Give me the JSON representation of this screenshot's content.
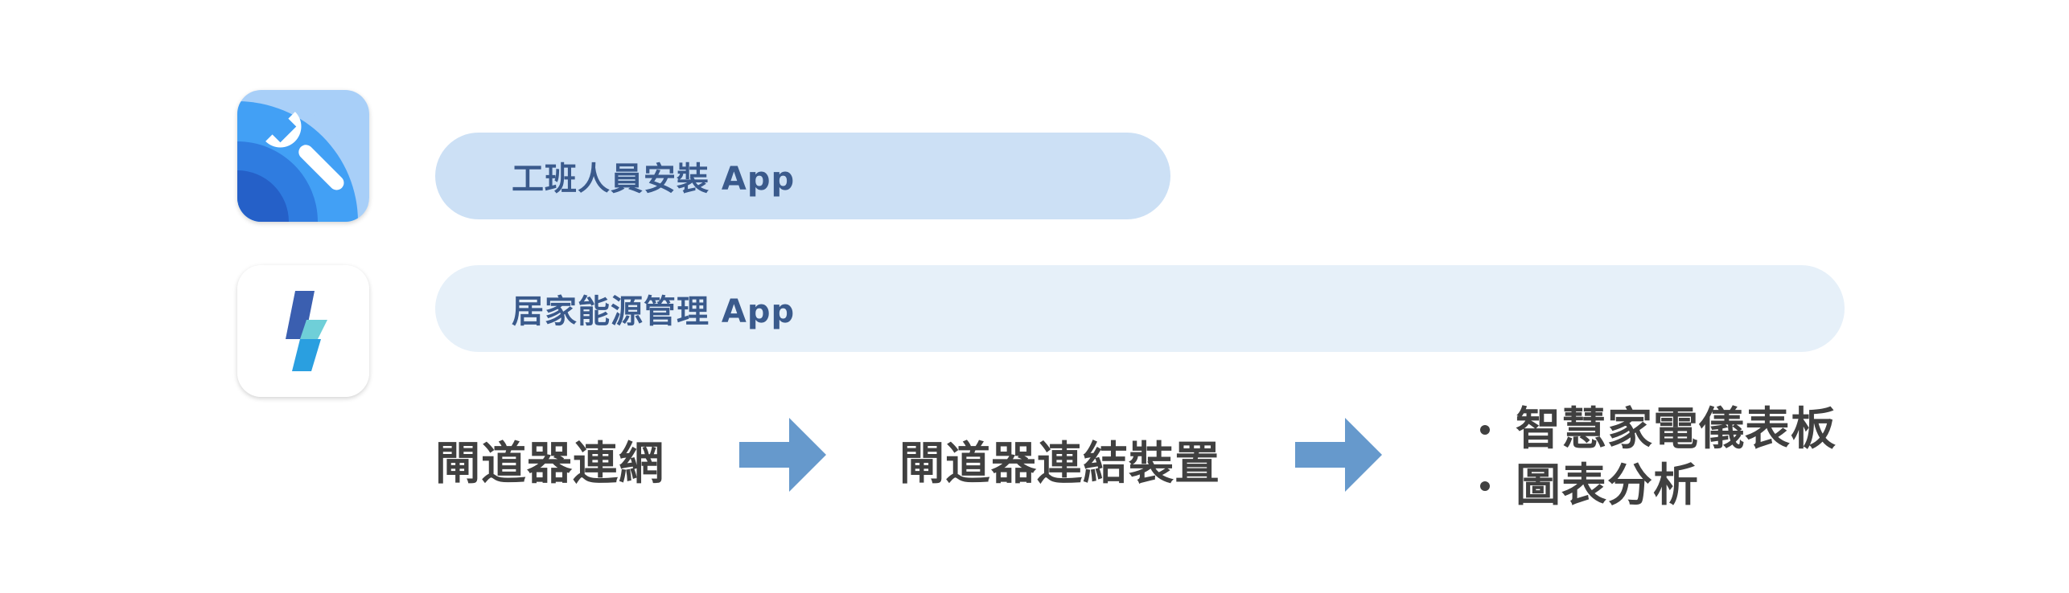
{
  "apps": [
    {
      "label": "工班人員安裝 App",
      "icon": "wrench-icon",
      "bar_color": "#cce0f5",
      "text_color": "#3a5a8c"
    },
    {
      "label": "居家能源管理 App",
      "icon": "lightning-bolt-icon",
      "bar_color": "#e6f0f9",
      "text_color": "#3a5a8c"
    }
  ],
  "flow": {
    "steps": [
      "閘道器連網",
      "閘道器連結裝置"
    ],
    "results": [
      "智慧家電儀表板",
      "圖表分析"
    ],
    "arrow_color": "#6699cc",
    "text_color": "#404040"
  }
}
